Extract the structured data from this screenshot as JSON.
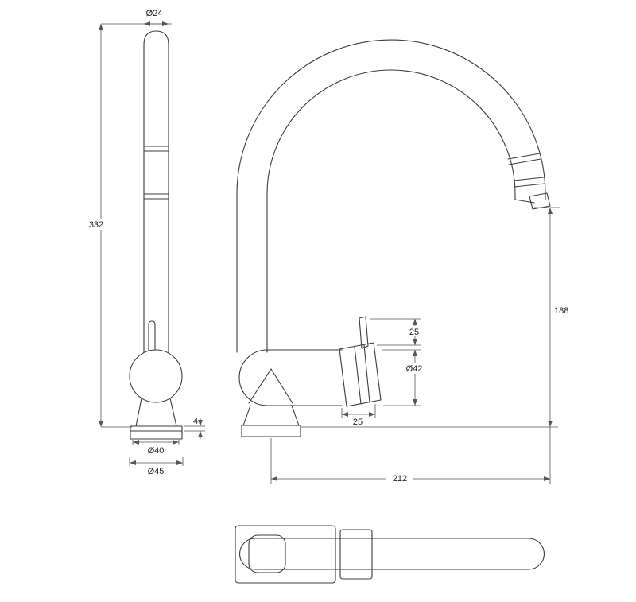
{
  "drawing": {
    "background": "#ffffff",
    "line_color": "#3b3b3b",
    "dim_color": "#555555",
    "views": {
      "side": {
        "dims": {
          "spout_diameter": "Ø24",
          "overall_height": "332",
          "base_plate_thickness": "4",
          "base_inner_diameter": "Ø40",
          "base_outer_diameter": "Ø45"
        }
      },
      "front": {
        "dims": {
          "lever_height": "25",
          "body_diameter": "Ø42",
          "handle_length": "25",
          "outlet_height": "188",
          "spout_reach": "212"
        }
      }
    }
  }
}
